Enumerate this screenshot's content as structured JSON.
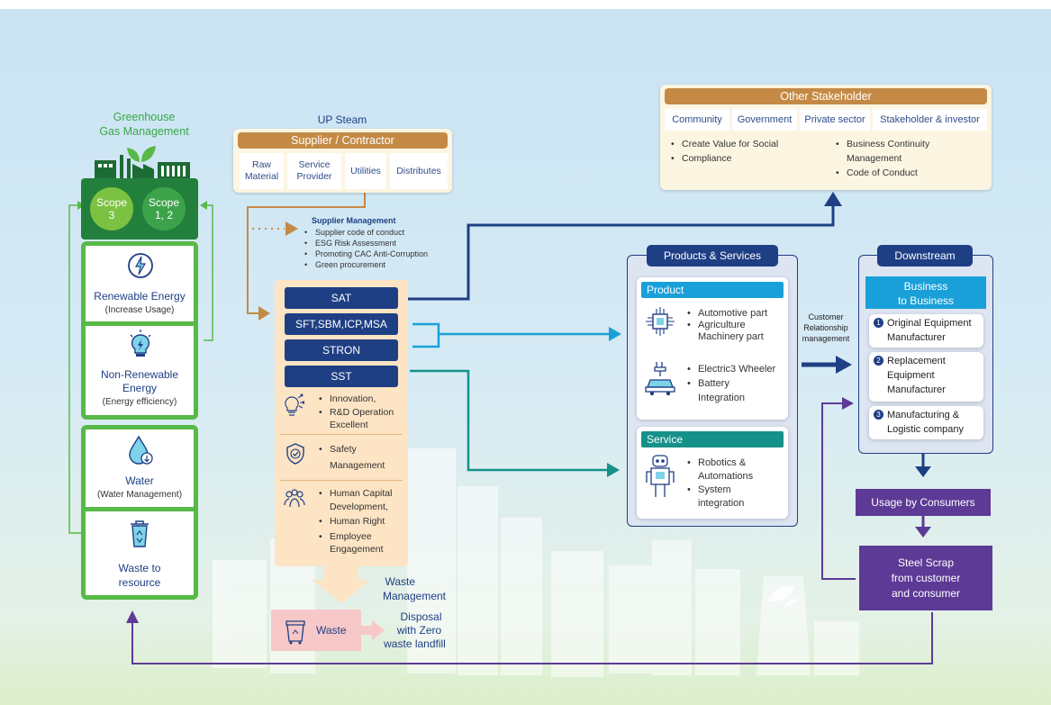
{
  "ghg": {
    "title_line1": "Greenhouse",
    "title_line2": "Gas Management",
    "scope3_a": "Scope",
    "scope3_b": "3",
    "scope12_a": "Scope",
    "scope12_b": "1, 2",
    "renewable": "Renewable Energy",
    "renewable_sub": "(Increase Usage)",
    "nonrenew_1": "Non-Renewable",
    "nonrenew_2": "Energy",
    "nonrenew_sub": "(Energy efficiency)",
    "water": "Water",
    "water_sub": "(Water Management)",
    "waste_1": "Waste to",
    "waste_2": "resource"
  },
  "upstream": {
    "title": "UP Steam",
    "header": "Supplier / Contractor",
    "cells": [
      {
        "l1": "Raw",
        "l2": "Material"
      },
      {
        "l1": "Service",
        "l2": "Provider"
      },
      {
        "l1": "Utilities",
        "l2": ""
      },
      {
        "l1": "Distributes",
        "l2": ""
      }
    ]
  },
  "supplier_mgmt": {
    "title": "Supplier Management",
    "items": [
      "Supplier code of conduct",
      "ESG  Risk Assessment",
      "Promoting CAC Anti-Corruption",
      "Green procurement"
    ]
  },
  "companies": [
    "SAT",
    "SFT,SBM,ICP,MSA",
    "STRON",
    "SST"
  ],
  "company_topics": {
    "innovation": [
      "Innovation,",
      "R&D Operation",
      "Excellent"
    ],
    "safety": [
      "Safety",
      "Management"
    ],
    "human": [
      "Human Capital",
      "Development,",
      "Human Right",
      "Employee",
      "Engagement"
    ]
  },
  "waste": {
    "mgmt_1": "Waste",
    "mgmt_2": "Management",
    "label": "Waste",
    "disposal_1": "Disposal",
    "disposal_2": "with Zero",
    "disposal_3": "waste landfill"
  },
  "stakeholder": {
    "title": "Other  Stakeholder",
    "cells": [
      "Community",
      "Government",
      "Private sector",
      "Stakeholder & investor"
    ],
    "left_items": [
      "Create Value for Social",
      "Compliance"
    ],
    "right_items_1": "Business Continuity",
    "right_items_1b": "Management",
    "right_items_2": "Code of Conduct"
  },
  "products": {
    "title": "Products & Services",
    "product_hdr": "Product",
    "p1_l1": "Automotive part",
    "p1_l2": "Agriculture",
    "p1_l3": "Machinery part",
    "p2_l1": "Electric3 Wheeler",
    "p2_l2": "Battery",
    "p2_l3": "Integration",
    "service_hdr": "Service",
    "s1_l1": "Robotics &",
    "s1_l2": "Automations",
    "s1_l3": "System",
    "s1_l4": "integration"
  },
  "crm": {
    "l1": "Customer",
    "l2": "Relationship",
    "l3": "management"
  },
  "downstream": {
    "title": "Downstream",
    "b2b_1": "Business",
    "b2b_2": "to Business",
    "items": [
      {
        "n": "1",
        "l1": "Original Equipment",
        "l2": "Manufacturer",
        "l3": ""
      },
      {
        "n": "2",
        "l1": "Replacement",
        "l2": "Equipment",
        "l3": "Manufacturer"
      },
      {
        "n": "3",
        "l1": "Manufacturing &",
        "l2": "Logistic company",
        "l3": ""
      }
    ],
    "usage": "Usage by Consumers",
    "scrap_1": "Steel Scrap",
    "scrap_2": "from customer",
    "scrap_3": "and consumer"
  },
  "colors": {
    "green": "#57b947",
    "navy": "#1f3f85",
    "brown": "#c48a45",
    "teal": "#16918a",
    "blue": "#1aa0d8",
    "purple": "#5c3a96",
    "peach": "#fce4c4"
  }
}
